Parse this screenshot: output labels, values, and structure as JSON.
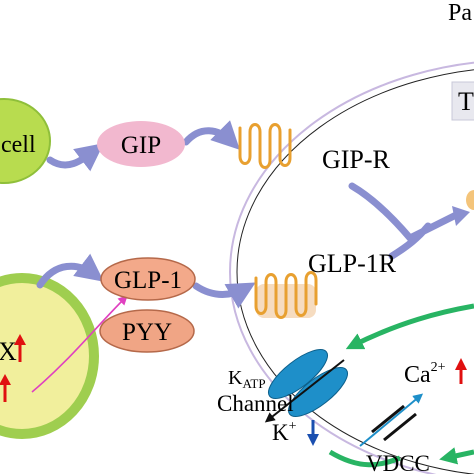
{
  "labels": {
    "pa_partial": "Pa",
    "t_partial": "T",
    "cell_partial": "cell",
    "gip": "GIP",
    "gip_r": "GIP-R",
    "glp1": "GLP-1",
    "glp1r": "GLP-1R",
    "pyy": "PYY",
    "x_partial": "X",
    "katp_k": "K",
    "katp_sub": "ATP",
    "channel": "Channel",
    "k_plus": "K",
    "plus": "+",
    "ca": "Ca",
    "ca_sup": "2+",
    "vdcc": "VDCC"
  },
  "colors": {
    "gip_ellipse": "#f2b8cf",
    "glp_ellipse": "#f3a98a",
    "pyy_ellipse": "#f0a585",
    "l_cell_fill": "#f1ef9c",
    "l_cell_stroke": "#9fce4f",
    "k_cell_fill": "#b8dc4f",
    "membrane": "#c8b8e0",
    "receptor": "#e8a030",
    "curved_arrow": "#8a8fd0",
    "channel_blue": "#1e8fc9",
    "green_arrow": "#28b463",
    "up_arrow": "#e01010",
    "down_arrow": "#1a4fb0",
    "magenta_arrow": "#e040c0"
  }
}
